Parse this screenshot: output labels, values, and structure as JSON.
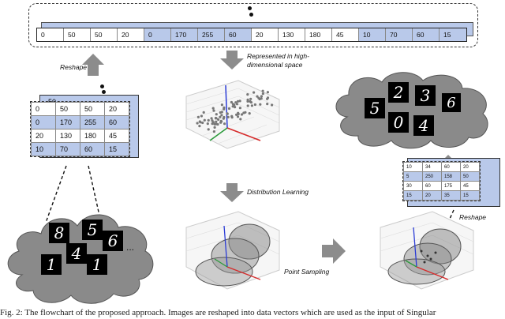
{
  "vector": [
    "0",
    "50",
    "50",
    "20",
    "0",
    "170",
    "255",
    "60",
    "20",
    "130",
    "180",
    "45",
    "10",
    "70",
    "60",
    "15"
  ],
  "vector_colors": [
    "w",
    "w",
    "w",
    "w",
    "b",
    "b",
    "b",
    "b",
    "w",
    "w",
    "w",
    "w",
    "b",
    "b",
    "b",
    "b"
  ],
  "matrix": [
    [
      "0",
      "50",
      "50",
      "20"
    ],
    [
      "0",
      "170",
      "255",
      "60"
    ],
    [
      "20",
      "130",
      "180",
      "45"
    ],
    [
      "10",
      "70",
      "60",
      "15"
    ]
  ],
  "matrix_back_fragments": [
    "50",
    "10"
  ],
  "sampled_matrix": [
    [
      "10",
      "34",
      "60",
      "20"
    ],
    [
      "5",
      "250",
      "158",
      "50"
    ],
    [
      "30",
      "60",
      "175",
      "45"
    ],
    [
      "15",
      "20",
      "35",
      "15"
    ]
  ],
  "labels": {
    "reshape_left": "Reshape",
    "represented_line1": "Represented in high-",
    "represented_line2": "dimensional space",
    "distribution": "Distribution Learning",
    "point_sampling": "Point Sampling",
    "reshape_right": "Reshape",
    "ellipsis": "..."
  },
  "digits_input": [
    "8",
    "5",
    "6",
    "1",
    "4",
    "1"
  ],
  "digits_output": [
    "2",
    "3",
    "5",
    "6",
    "0",
    "4"
  ],
  "caption": "Fig. 2: The flowchart of the proposed approach. Images are reshaped into data vectors which are used as the input of Singular",
  "colors": {
    "cell_blue": "#b9c9ea",
    "cloud": "#8a8a8a",
    "arrow": "#8c8c8c"
  }
}
